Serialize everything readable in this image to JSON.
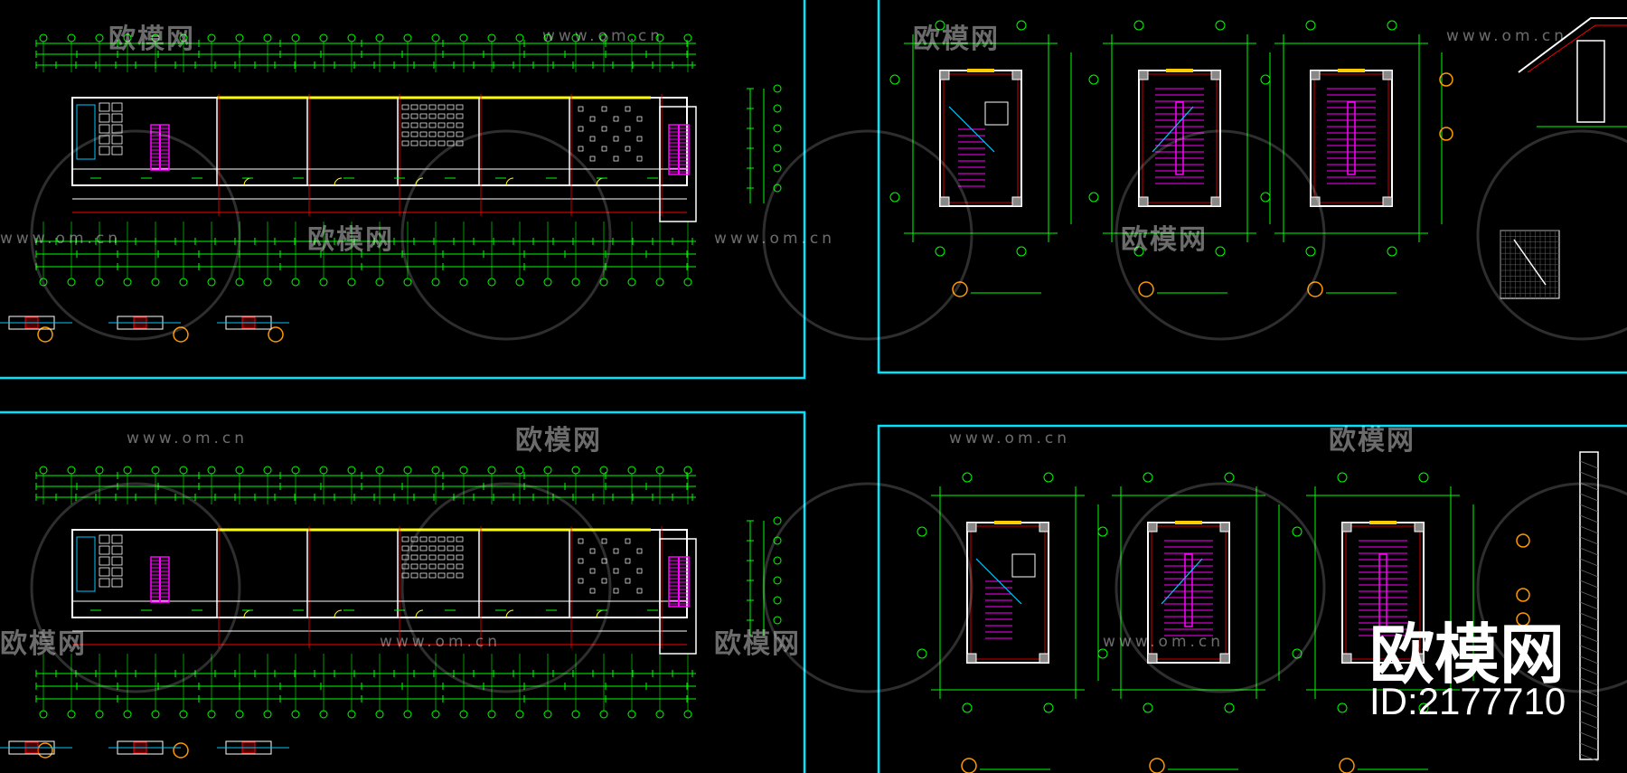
{
  "watermark": {
    "url": "www.om.cn",
    "logo": "欧模网",
    "big_logo": "欧模网",
    "id_label": "ID:2177710"
  },
  "colors": {
    "background": "#000000",
    "frame": "#00e5ff",
    "dimension": "#00ff00",
    "grid_bubble": "#00ff00",
    "wall": "#ffffff",
    "corridor_wall": "#ffff00",
    "stair": "#ff00ff",
    "axis": "#ff0000",
    "detail_bubble": "#ff9900",
    "furniture": "#00c8ff"
  }
}
